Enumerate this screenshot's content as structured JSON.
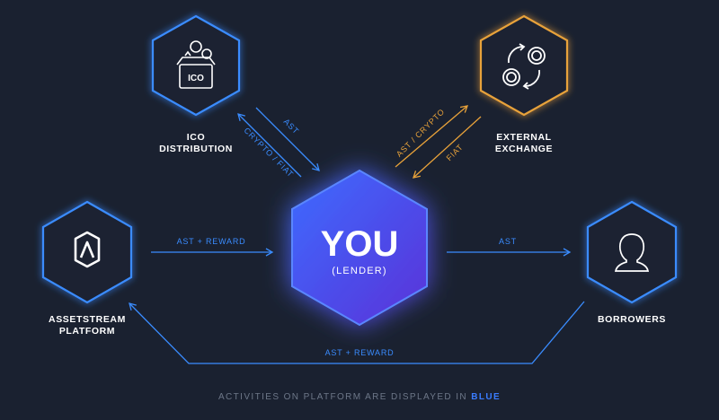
{
  "nodes": {
    "ico": {
      "line1": "ICO",
      "line2": "DISTRIBUTION",
      "badge": "ICO"
    },
    "exchange": {
      "line1": "EXTERNAL",
      "line2": "EXCHANGE"
    },
    "platform": {
      "line1": "ASSETSTREAM",
      "line2": "PLATFORM"
    },
    "borrowers": {
      "line1": "BORROWERS"
    },
    "you": {
      "title": "YOU",
      "subtitle": "(LENDER)"
    }
  },
  "edges": {
    "ico_ast": "AST",
    "ico_crypto": "CRYPTO / FIAT",
    "exchange_ast_crypto": "AST / CRYPTO",
    "exchange_fiat": "FIAT",
    "platform_to_you": "AST + REWARD",
    "you_to_borrowers": "AST",
    "borrowers_to_platform": "AST + REWARD"
  },
  "footer": {
    "text": "ACTIVITIES ON PLATFORM ARE DISPLAYED IN ",
    "highlight": "BLUE"
  },
  "colors": {
    "background": "#1a2130",
    "platform_blue": "#3a8cff",
    "external_orange": "#e8a23a",
    "you_gradient_start": "#3d6bff",
    "you_gradient_end": "#5a32d8"
  }
}
